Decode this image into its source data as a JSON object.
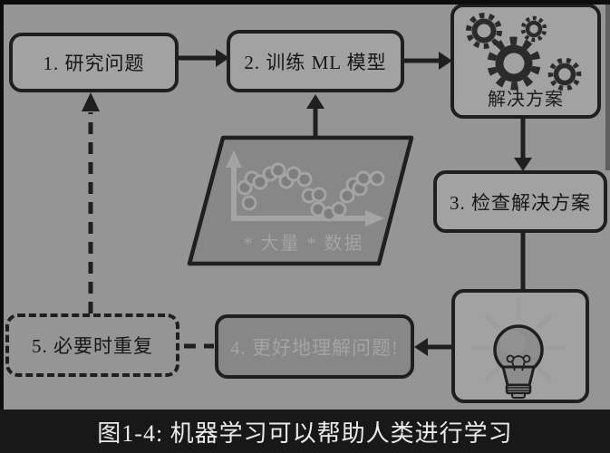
{
  "figure": {
    "caption": "图1-4: 机器学习可以帮助人类进行学习"
  },
  "diagram": {
    "nodes": {
      "step1": {
        "label": "1. 研究问题"
      },
      "step2": {
        "label": "2. 训练 ML 模型"
      },
      "solution": {
        "label": "解决方案"
      },
      "step3": {
        "label": "3. 检查解决方案"
      },
      "step4": {
        "label": "4. 更好地理解问题!"
      },
      "step5": {
        "label": "5. 必要时重复"
      },
      "data": {
        "label": "* 大量 * 数据"
      }
    },
    "icons": [
      "gears-icon",
      "lightbulb-icon",
      "scatter-plot-icon"
    ],
    "scatter": {
      "points": [
        [
          270,
          207
        ],
        [
          278,
          197
        ],
        [
          287,
          201
        ],
        [
          275,
          224
        ],
        [
          298,
          192
        ],
        [
          307,
          188
        ],
        [
          316,
          200
        ],
        [
          324,
          192
        ],
        [
          336,
          198
        ],
        [
          341,
          216
        ],
        [
          352,
          215
        ],
        [
          351,
          231
        ],
        [
          363,
          236
        ],
        [
          374,
          231
        ],
        [
          383,
          216
        ],
        [
          390,
          204
        ],
        [
          397,
          208
        ],
        [
          401,
          197
        ],
        [
          416,
          197
        ]
      ],
      "radius": 7
    },
    "palette": {
      "background": "#959595",
      "node_fill": "#a2a2a2",
      "dark_fill": "#878787",
      "line": "#1f1f1f",
      "light_detail": "#a4a4a4",
      "caption_bg": "#181818",
      "caption_text": "#ebebeb"
    }
  }
}
